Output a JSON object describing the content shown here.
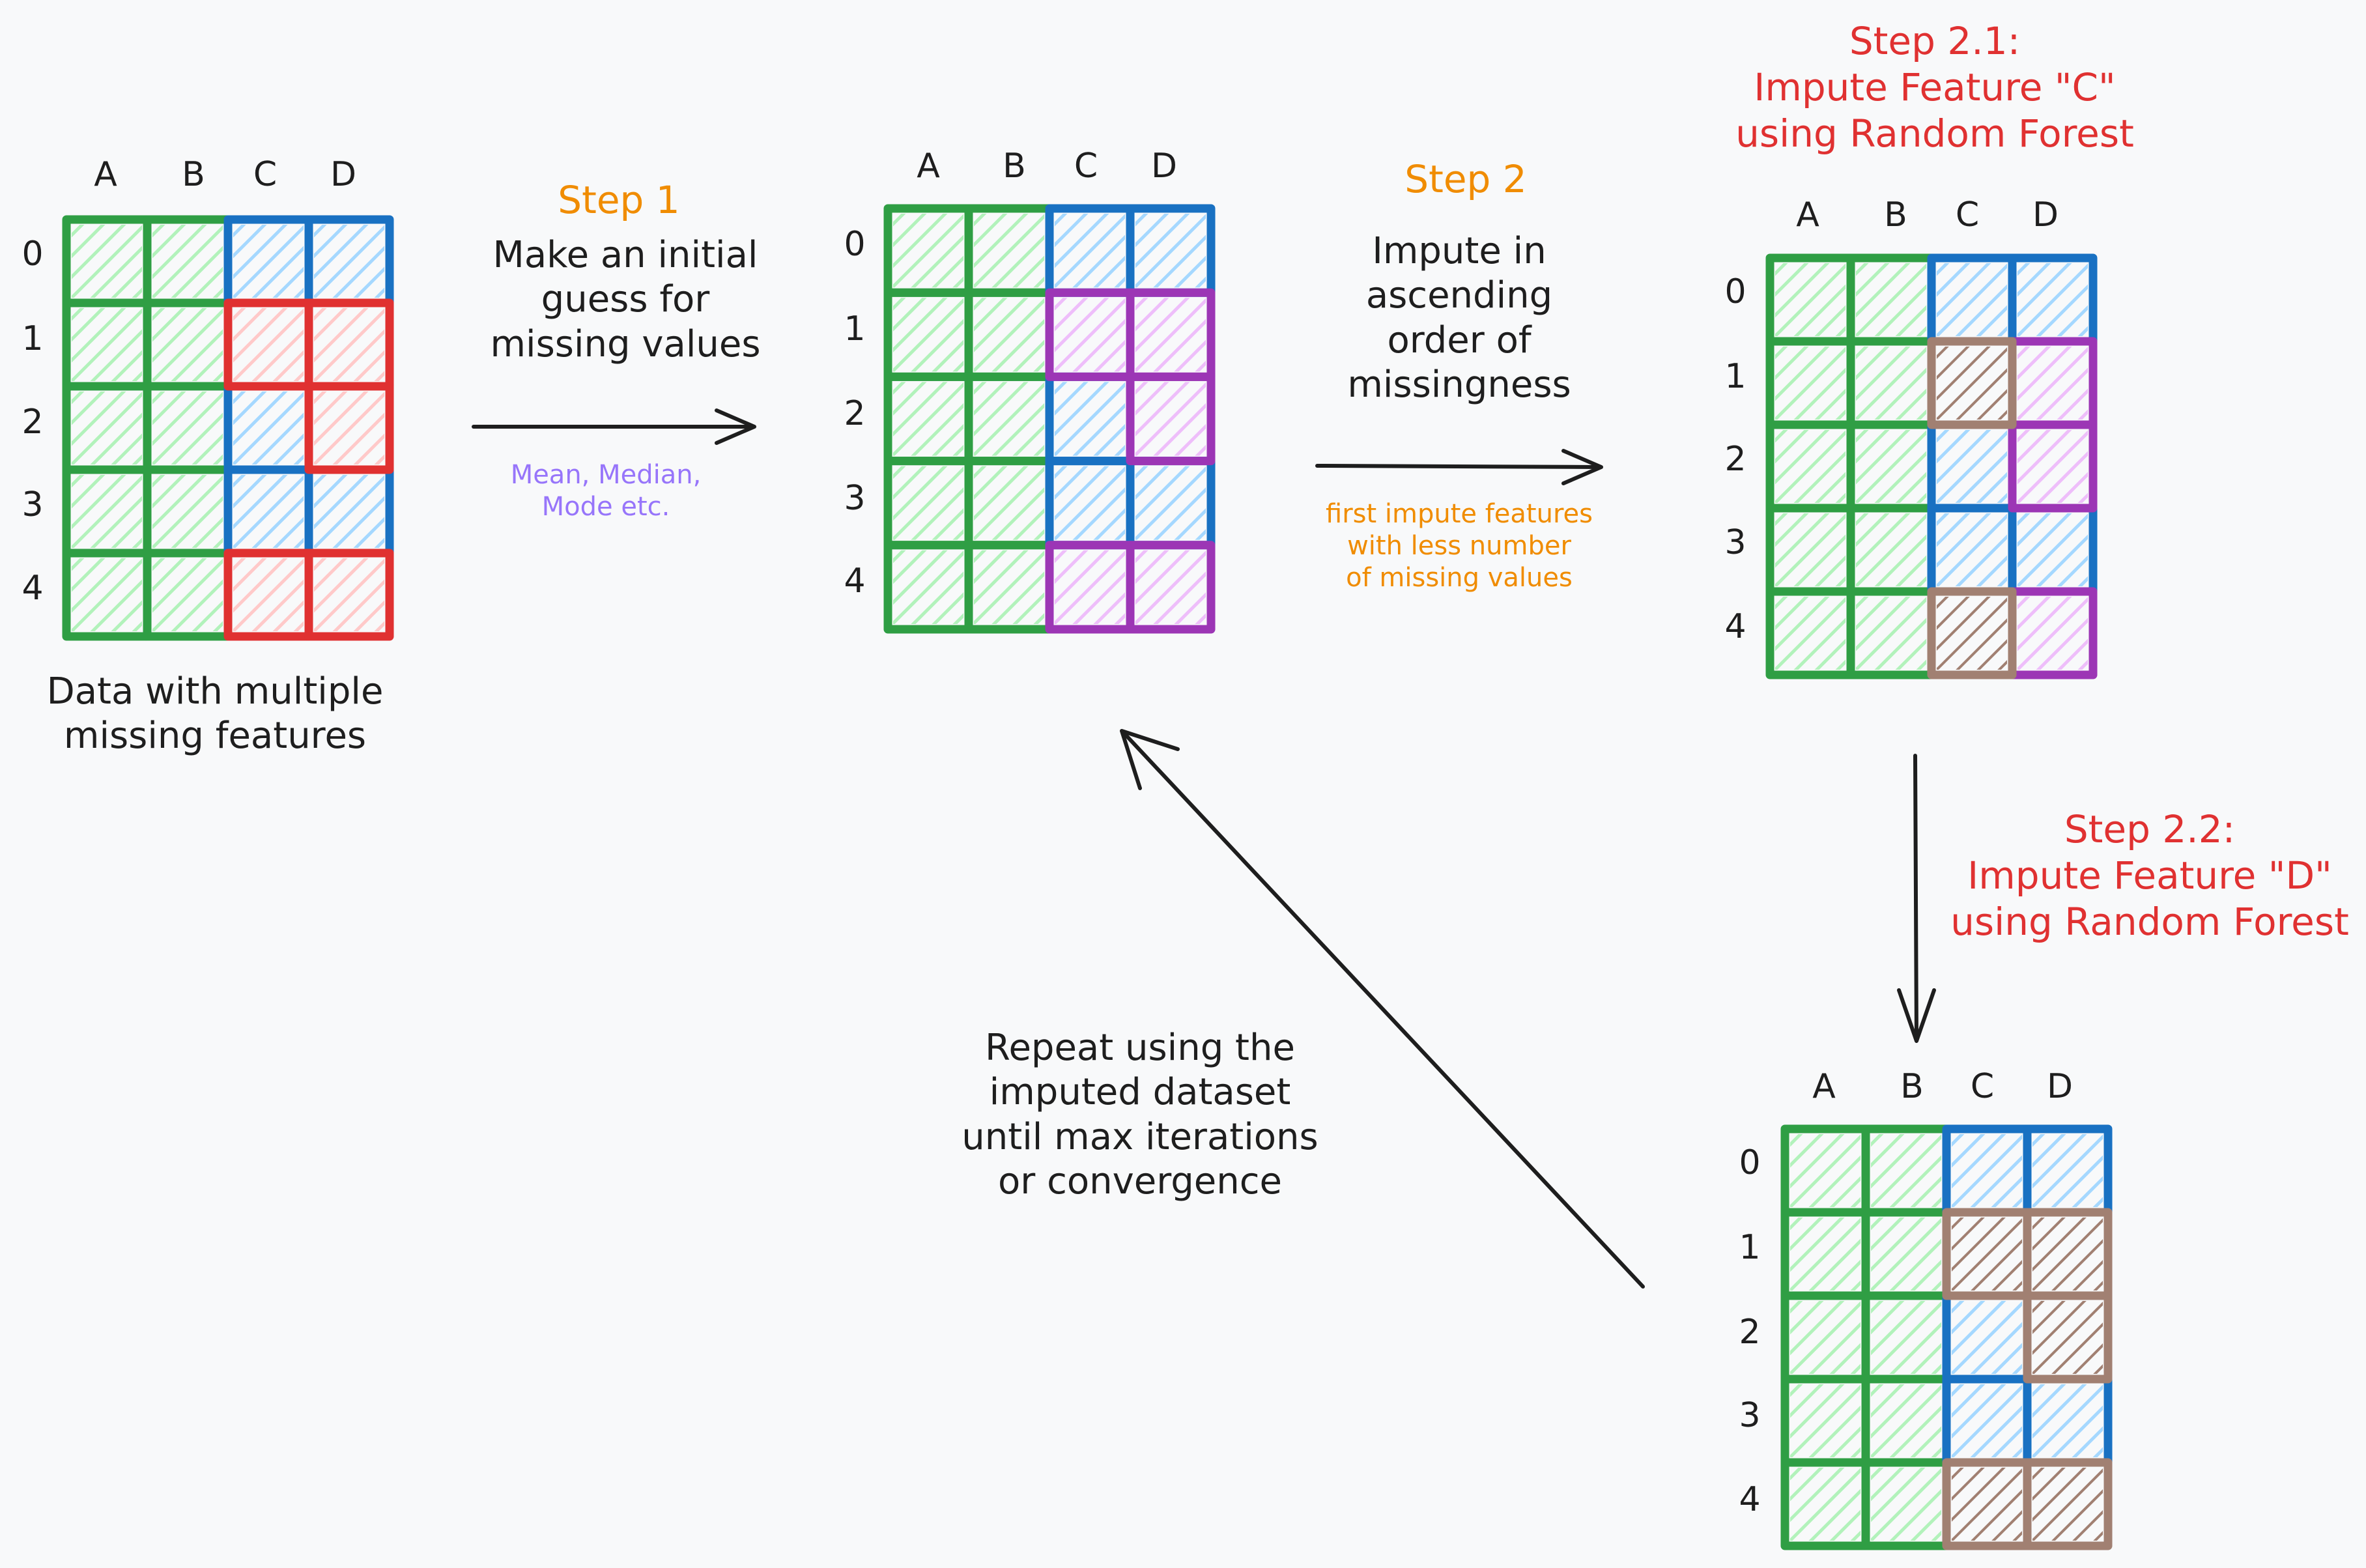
{
  "colors": {
    "observed": "#2f9e44",
    "observed_fill": "#b2f2bb",
    "existing": "#1971c2",
    "existing_fill": "#a5d8ff",
    "missing": "#e03131",
    "missing_fill": "#ffc9c9",
    "initial_guess": "#9c36b5",
    "initial_guess_fill": "#eebefa",
    "imputed": "#a18072",
    "imputed_fill": "#a18072",
    "text": "#1e1e1e",
    "step": "#f08c00",
    "rf_step": "#e03131",
    "stats": "#9775fa"
  },
  "columns": [
    "A",
    "B",
    "C",
    "D"
  ],
  "rows": [
    "0",
    "1",
    "2",
    "3",
    "4"
  ],
  "grids": [
    {
      "id": "original",
      "cells": [
        [
          "obs",
          "obs",
          "exist",
          "exist"
        ],
        [
          "obs",
          "obs",
          "miss",
          "miss"
        ],
        [
          "obs",
          "obs",
          "exist",
          "miss"
        ],
        [
          "obs",
          "obs",
          "exist",
          "exist"
        ],
        [
          "obs",
          "obs",
          "miss",
          "miss"
        ]
      ]
    },
    {
      "id": "initial-guess",
      "cells": [
        [
          "obs",
          "obs",
          "exist",
          "exist"
        ],
        [
          "obs",
          "obs",
          "guess",
          "guess"
        ],
        [
          "obs",
          "obs",
          "exist",
          "guess"
        ],
        [
          "obs",
          "obs",
          "exist",
          "exist"
        ],
        [
          "obs",
          "obs",
          "guess",
          "guess"
        ]
      ]
    },
    {
      "id": "impute-c",
      "cells": [
        [
          "obs",
          "obs",
          "exist",
          "exist"
        ],
        [
          "obs",
          "obs",
          "imp",
          "guess"
        ],
        [
          "obs",
          "obs",
          "exist",
          "guess"
        ],
        [
          "obs",
          "obs",
          "exist",
          "exist"
        ],
        [
          "obs",
          "obs",
          "imp",
          "guess"
        ]
      ]
    },
    {
      "id": "impute-d",
      "cells": [
        [
          "obs",
          "obs",
          "exist",
          "exist"
        ],
        [
          "obs",
          "obs",
          "imp",
          "imp"
        ],
        [
          "obs",
          "obs",
          "exist",
          "imp"
        ],
        [
          "obs",
          "obs",
          "exist",
          "exist"
        ],
        [
          "obs",
          "obs",
          "imp",
          "imp"
        ]
      ]
    }
  ],
  "labels": {
    "original_caption": [
      "Data with multiple",
      "missing features"
    ],
    "step1_title": "Step 1",
    "step1_desc": [
      "Make an initial",
      "guess for",
      "missing values"
    ],
    "step1_note": [
      "Mean, Median,",
      "Mode etc."
    ],
    "step2_title": "Step 2",
    "step2_desc": [
      "Impute in",
      "ascending",
      "order of",
      "missingness"
    ],
    "step2_note": [
      "first impute features",
      "with less number",
      "of missing values"
    ],
    "step21": [
      "Step 2.1:",
      "Impute Feature \"C\"",
      "using Random Forest"
    ],
    "step22": [
      "Step 2.2:",
      "Impute Feature \"D\"",
      "using Random Forest"
    ],
    "repeat": [
      "Repeat using the",
      "imputed dataset",
      "until max iterations",
      "or convergence"
    ]
  }
}
